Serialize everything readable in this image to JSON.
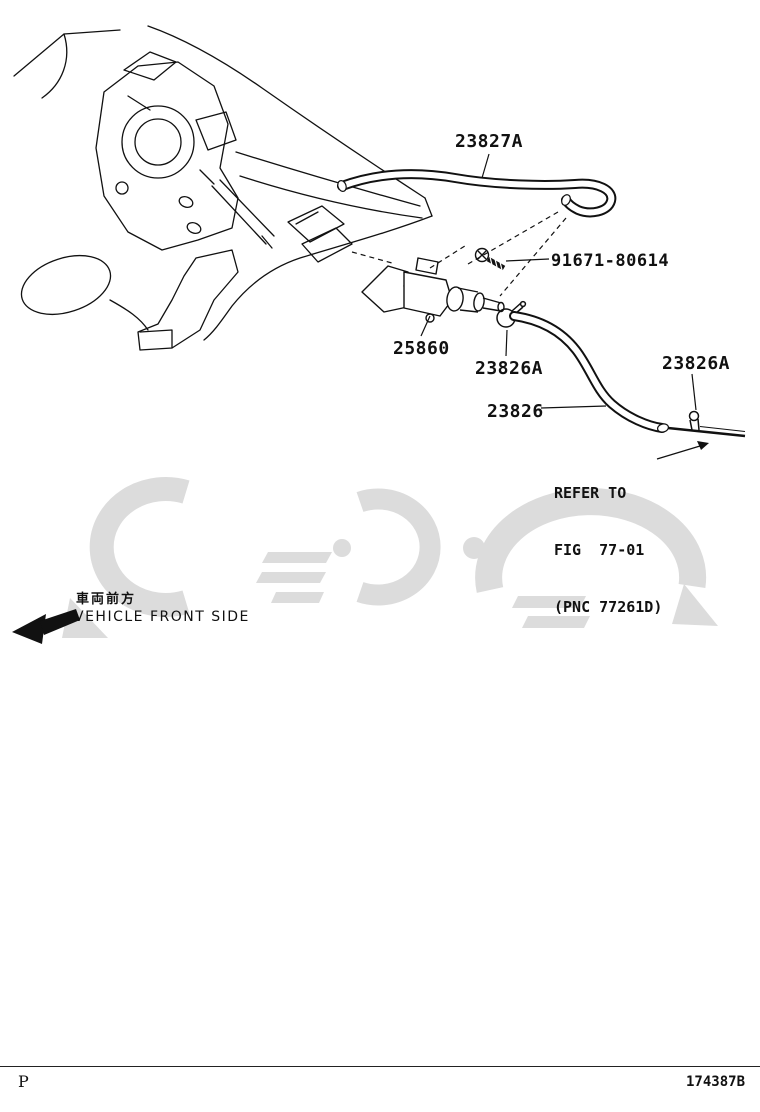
{
  "labels": {
    "hose_upper": "23827A",
    "bolt": "91671-80614",
    "valve": "25860",
    "clamp_left": "23826A",
    "clamp_right": "23826A",
    "hose_lower": "23826"
  },
  "refer_note": {
    "line1": "REFER TO",
    "line2": "FIG  77-01",
    "line3": "(PNC 77261D)"
  },
  "front_side": {
    "jp": "車両前方",
    "en": "VEHICLE FRONT SIDE"
  },
  "footer": {
    "left": "P",
    "right": "174387B"
  },
  "colors": {
    "line": "#111111",
    "watermark": "#dcdcdc",
    "background": "#ffffff"
  }
}
